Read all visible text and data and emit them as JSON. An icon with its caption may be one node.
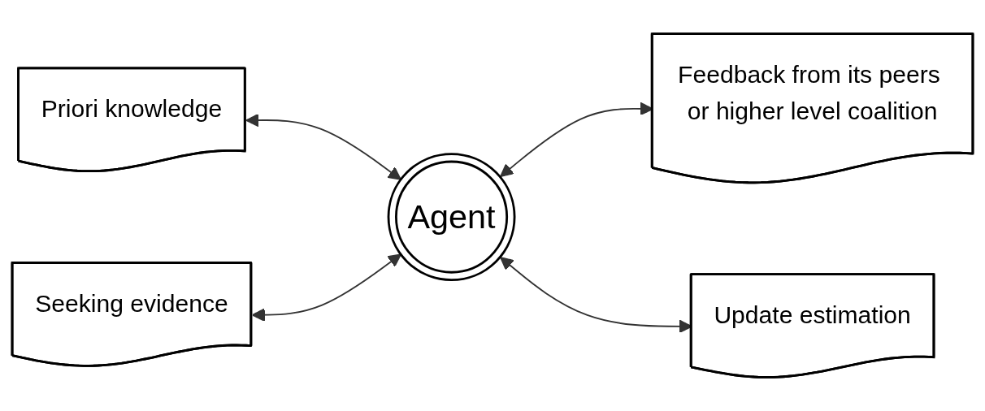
{
  "diagram": {
    "nodes": [
      {
        "text": [
          "Priori knowledge"
        ]
      },
      {
        "text": [
          "Feedback from its peers or higher level coalition"
        ]
      },
      {
        "text": [
          "Agent"
        ]
      },
      {
        "text": [
          "Seeking evidence"
        ]
      },
      {
        "text": [
          "Update estimation"
        ]
      }
    ],
    "edges": [
      {
        "from": 0,
        "to": 2,
        "arrow": "both"
      },
      {
        "from": 2,
        "to": 1,
        "arrow": "both"
      },
      {
        "from": 3,
        "to": 2,
        "arrow": "both"
      },
      {
        "from": 2,
        "to": 4,
        "arrow": "both"
      }
    ]
  }
}
